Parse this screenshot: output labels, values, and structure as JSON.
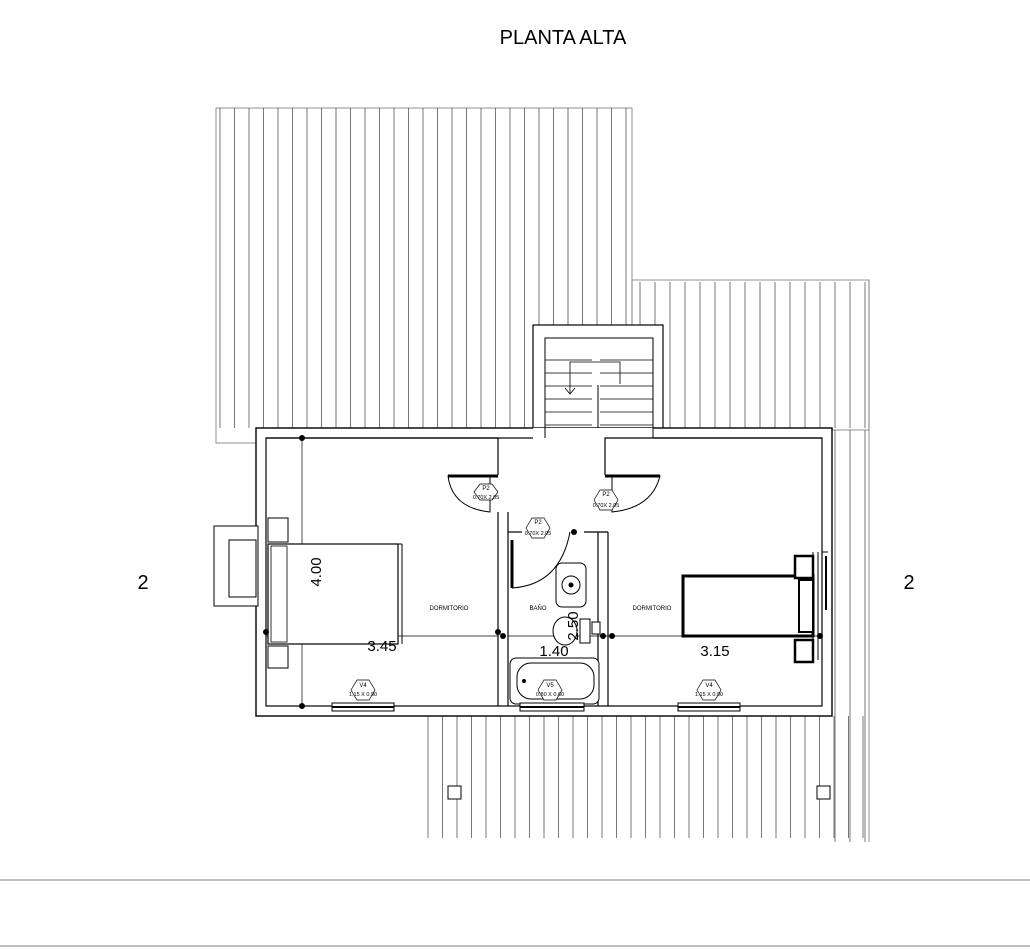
{
  "title": "PLANTA ALTA",
  "axis": {
    "left": "2",
    "right": "2"
  },
  "dimensions": {
    "bedroom_left_height": "4.00",
    "bedroom_left_width": "3.45",
    "bath_width": "1.40",
    "bath_depth": "2.50",
    "bedroom_right_width": "3.15"
  },
  "rooms": {
    "bedroom_left": "DORMITORIO",
    "bathroom": "BAÑO",
    "bedroom_right": "DORMITORIO"
  },
  "doors": [
    {
      "code": "P2",
      "size": "0.70X 2.05"
    },
    {
      "code": "P2",
      "size": "0.70X 2.05"
    },
    {
      "code": "P2",
      "size": "0.70X 2.05"
    }
  ],
  "windows": [
    {
      "code": "V4",
      "size": "1.15 X 0.90"
    },
    {
      "code": "V5",
      "size": "0.80 X 0.60"
    },
    {
      "code": "V4",
      "size": "1.15 X 0.90"
    }
  ]
}
